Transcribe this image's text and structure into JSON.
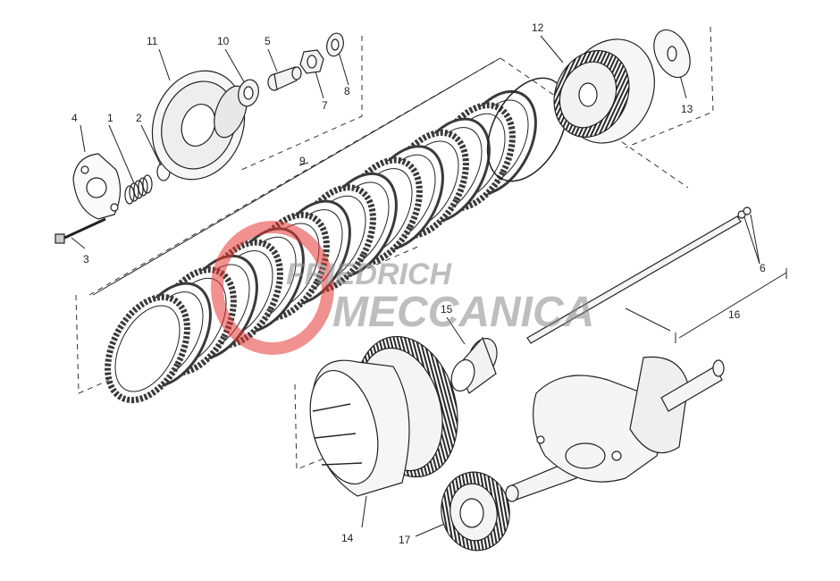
{
  "diagram": {
    "callouts": [
      {
        "id": "c1",
        "label": "1"
      },
      {
        "id": "c2",
        "label": "2"
      },
      {
        "id": "c3",
        "label": "3"
      },
      {
        "id": "c4",
        "label": "4"
      },
      {
        "id": "c5",
        "label": "5"
      },
      {
        "id": "c6",
        "label": "6"
      },
      {
        "id": "c7",
        "label": "7"
      },
      {
        "id": "c8",
        "label": "8"
      },
      {
        "id": "c9",
        "label": "9"
      },
      {
        "id": "c10",
        "label": "10"
      },
      {
        "id": "c11",
        "label": "11"
      },
      {
        "id": "c12",
        "label": "12"
      },
      {
        "id": "c13",
        "label": "13"
      },
      {
        "id": "c14",
        "label": "14"
      },
      {
        "id": "c15",
        "label": "15"
      },
      {
        "id": "c16",
        "label": "16"
      },
      {
        "id": "c17",
        "label": "17"
      }
    ]
  },
  "watermark": {
    "line1": "FRIEDRICH",
    "line2": "MECCANICA",
    "color_red": "#e53935",
    "color_gray": "#8a8a8a"
  },
  "colors": {
    "line": "#222222",
    "plate": "#3a3a3a",
    "metal": "#f4f4f4"
  }
}
